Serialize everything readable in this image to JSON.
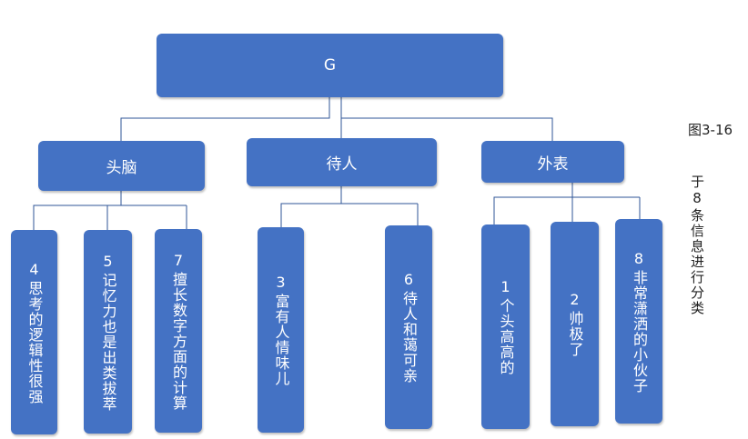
{
  "root": {
    "label": "G"
  },
  "categories": [
    {
      "label": "头脑",
      "leaves": [
        {
          "num": "4",
          "text": "思考的逻辑性很强"
        },
        {
          "num": "5",
          "text": "记忆力也是出类拔萃"
        },
        {
          "num": "7",
          "text": "擅长数字方面的计算"
        }
      ]
    },
    {
      "label": "待人",
      "leaves": [
        {
          "num": "3",
          "text": "富有人情味儿"
        },
        {
          "num": "6",
          "text": "待人和蔼可亲"
        }
      ]
    },
    {
      "label": "外表",
      "leaves": [
        {
          "num": "1",
          "text": "个头高高的"
        },
        {
          "num": "2",
          "text": "帅极了"
        },
        {
          "num": "8",
          "text": "非常潇洒的小伙子"
        }
      ]
    }
  ],
  "caption": "图3-16",
  "note": "于8条信息进行分类",
  "colors": {
    "box": "#4472c4",
    "line": "#2f5597"
  }
}
